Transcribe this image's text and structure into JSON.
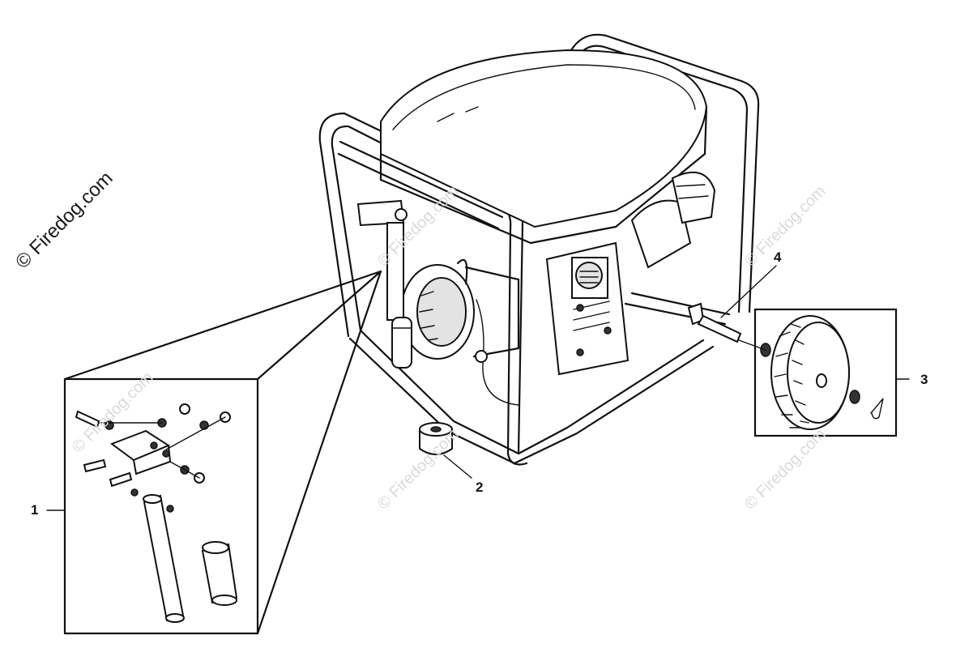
{
  "watermark": {
    "main": "© Firedog.com",
    "faint": "© Firedog.com"
  },
  "callouts": {
    "part1": "1",
    "part2": "2",
    "part3": "3",
    "part4": "4"
  }
}
